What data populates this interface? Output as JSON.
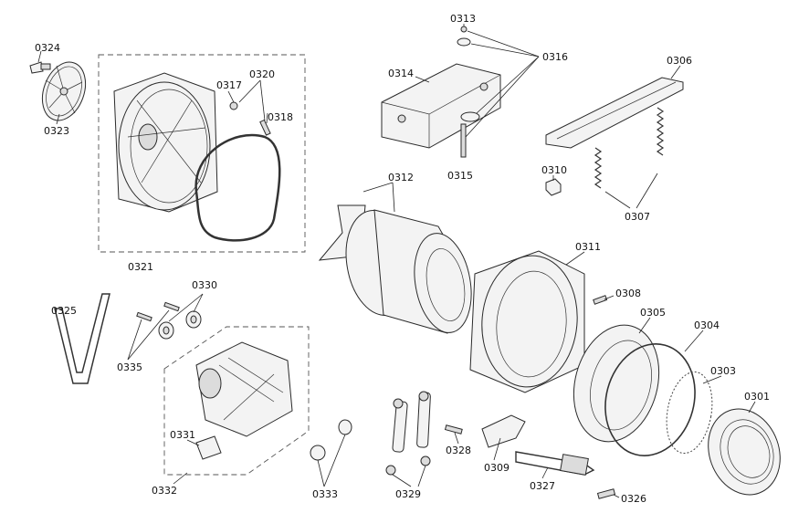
{
  "parts": {
    "p0301": "0301",
    "p0303": "0303",
    "p0304": "0304",
    "p0305": "0305",
    "p0306": "0306",
    "p0307": "0307",
    "p0308": "0308",
    "p0309": "0309",
    "p0310": "0310",
    "p0311": "0311",
    "p0312": "0312",
    "p0313": "0313",
    "p0314": "0314",
    "p0315": "0315",
    "p0316": "0316",
    "p0317": "0317",
    "p0318": "0318",
    "p0320": "0320",
    "p0321": "0321",
    "p0323": "0323",
    "p0324": "0324",
    "p0325": "0325",
    "p0326": "0326",
    "p0327": "0327",
    "p0328": "0328",
    "p0329": "0329",
    "p0330": "0330",
    "p0331": "0331",
    "p0332": "0332",
    "p0333": "0333",
    "p0335": "0335"
  }
}
